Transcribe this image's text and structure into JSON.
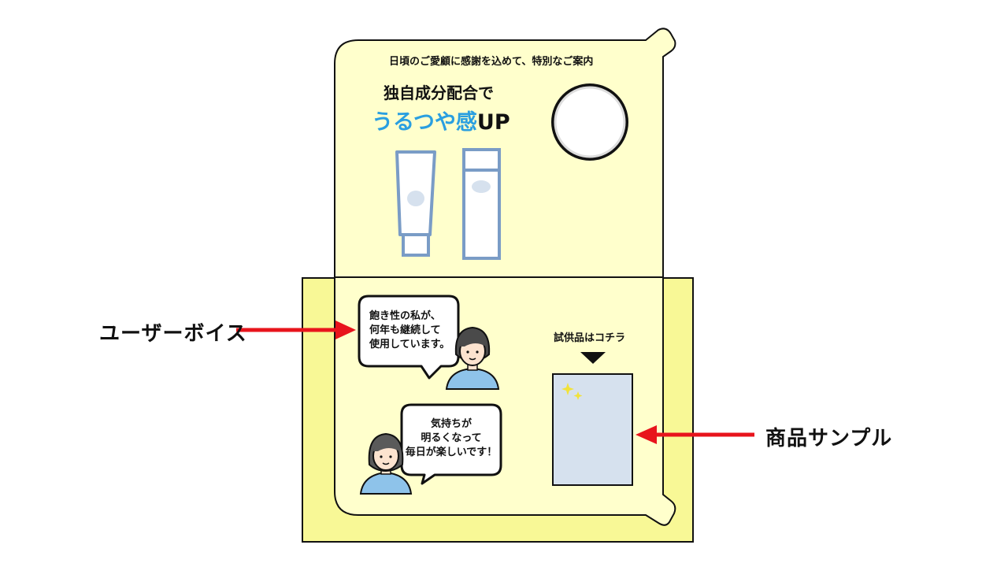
{
  "callouts": {
    "user_voice": "ユーザーボイス",
    "product_sample": "商品サンプル"
  },
  "card": {
    "top_line": "日頃のご愛顧に感謝を込めて、特別なご案内",
    "headline1": "独自成分配合で",
    "headline2_accent": "うるつや感",
    "headline2_rest": "UP",
    "trial_label": "試供品はコチラ"
  },
  "bubbles": [
    {
      "lines": [
        "飽き性の私が、",
        "何年も継続して",
        "使用しています。"
      ]
    },
    {
      "lines": [
        "気持ちが",
        "明るくなって",
        "毎日が楽しいです！"
      ]
    }
  ],
  "colors": {
    "pocket_yellow": "#f8f896",
    "card_cream": "#ffffcc",
    "arrow_red": "#e8141c",
    "tube_blue": "#7a9cc6",
    "sample_fill": "#d6e1ee",
    "accent_blue": "#2a9fe0",
    "shirt_blue": "#8ec3ea"
  },
  "icons": [
    "arrow-right-icon",
    "arrow-left-icon",
    "woman-avatar-icon",
    "tube-bottle-icon",
    "sparkle-icon",
    "triangle-down-icon",
    "circle-window-icon"
  ]
}
